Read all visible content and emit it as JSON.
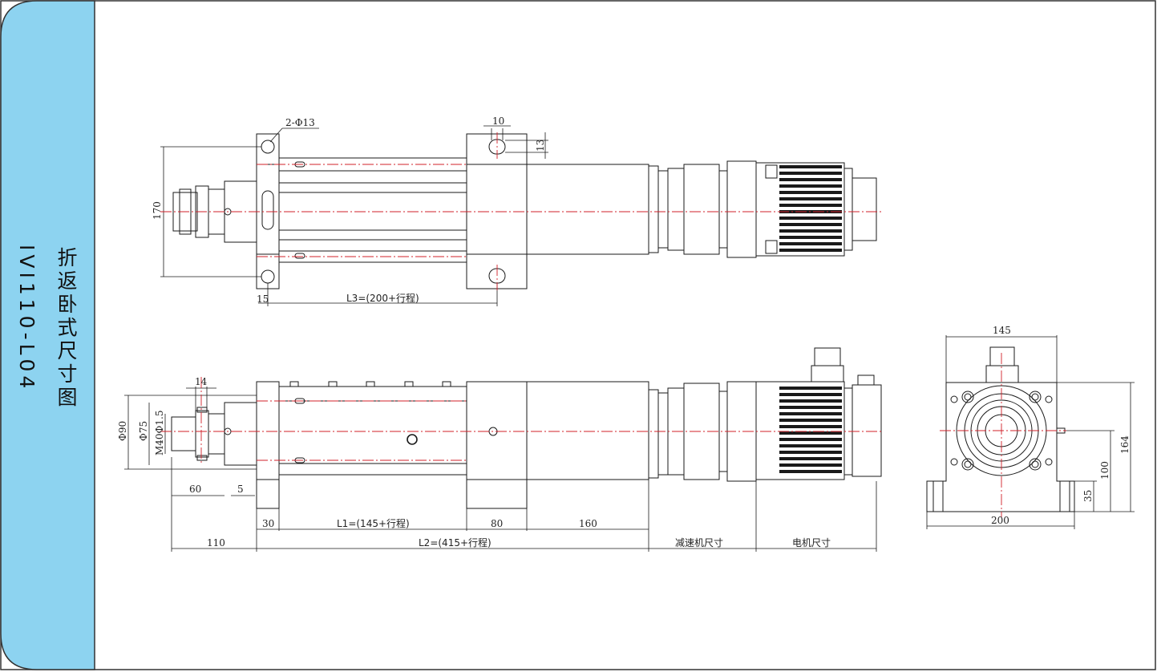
{
  "sidebar": {
    "model_code": "IVI110-L04",
    "title": "折返卧式尺寸图",
    "color": "#8dd3f0"
  },
  "top_view": {
    "hole_label": "2-Φ13",
    "slot_width": "10",
    "slot_height": "13",
    "height_dim": "170",
    "offset_dim": "15",
    "l3_dim": "L3=(200+行程)"
  },
  "side_view": {
    "rod_width": "14",
    "phi90": "Φ90",
    "phi75": "Φ75",
    "thread": "M40Φ1.5",
    "dim_60": "60",
    "dim_5": "5",
    "dim_30": "30",
    "l1_dim": "L1=(145+行程)",
    "dim_80": "80",
    "dim_160": "160",
    "dim_110": "110",
    "l2_dim": "L2=(415+行程)",
    "reducer_dim": "减速机尺寸",
    "motor_dim": "电机尺寸"
  },
  "end_view": {
    "width_top": "145",
    "width_bottom": "200",
    "height_164": "164",
    "height_100": "100",
    "height_35": "35"
  },
  "colors": {
    "line": "#1a1a1a",
    "centerline": "#d0202a",
    "sidebar": "#8dd3f0"
  }
}
